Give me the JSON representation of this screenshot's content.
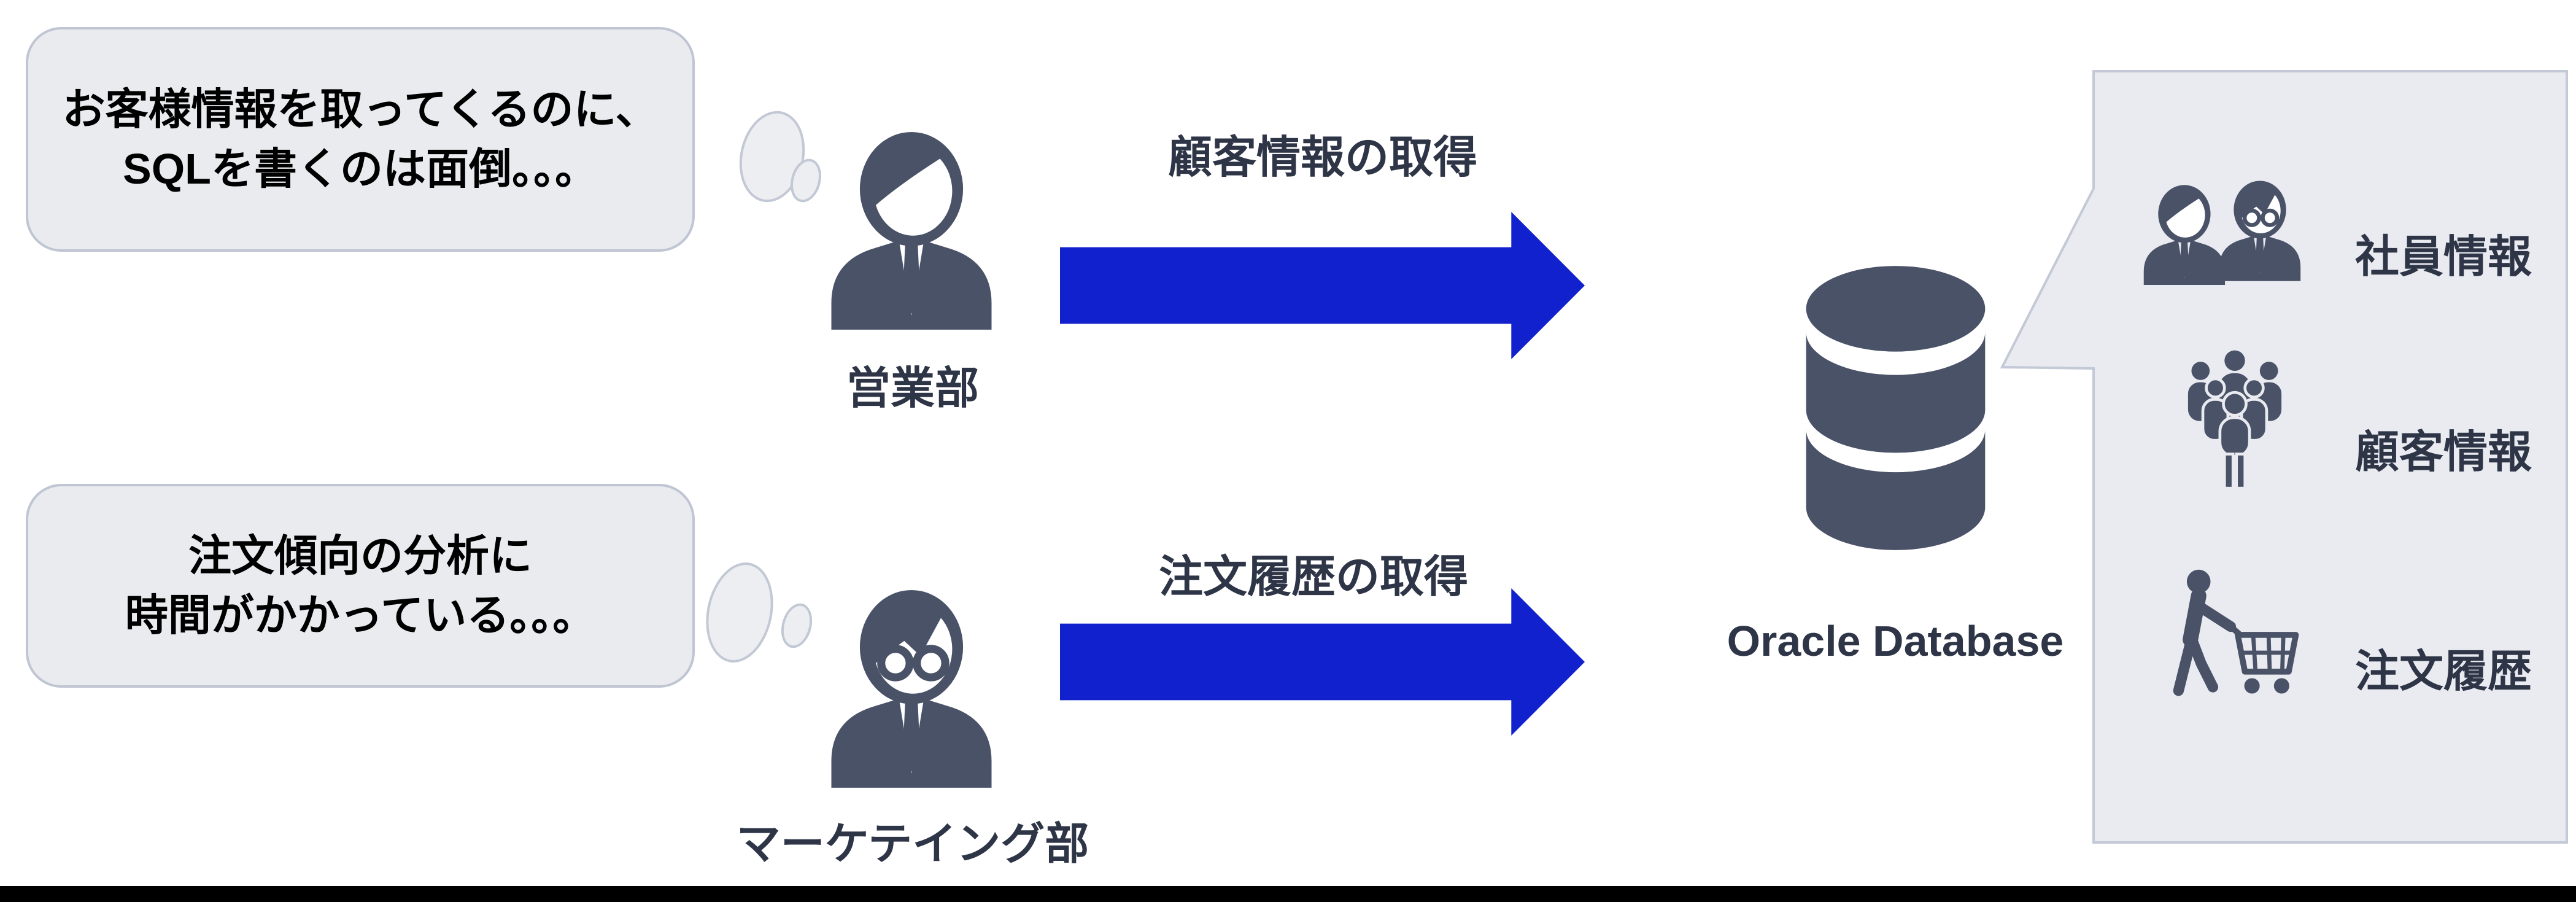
{
  "colors": {
    "arrow_blue": "#1121CE",
    "icon_slate": "#4A5268",
    "label_dark": "#2E3547",
    "bubble_fill": "#E9EBEF",
    "bubble_border": "#BFC5D2",
    "thought_fill": "#ECEEF2",
    "thought_border": "#C2C8D4",
    "callout_fill": "#E9EBF0",
    "callout_border": "#C3C9D6",
    "bubble_text": "#000000",
    "footer_bar": "#000000"
  },
  "bubbles": {
    "sales": {
      "lines": [
        "お客様情報を取ってくるのに、",
        "SQLを書くのは面倒。。。"
      ]
    },
    "marketing": {
      "lines": [
        "注文傾向の分析に",
        "時間がかかっている。。。"
      ]
    }
  },
  "actors": {
    "sales": {
      "label": "営業部",
      "icon": "businessman-icon"
    },
    "marketing": {
      "label": "マーケテイング部",
      "icon": "businessman-glasses-icon"
    }
  },
  "arrows": {
    "customer_info": {
      "label": "顧客情報の取得"
    },
    "order_history": {
      "label": "注文履歴の取得"
    }
  },
  "database": {
    "label": "Oracle Database",
    "icon": "database-cylinder-icon"
  },
  "callout": {
    "items": [
      {
        "label": "社員情報",
        "icon": "employees-icon"
      },
      {
        "label": "顧客情報",
        "icon": "customer-crowd-icon"
      },
      {
        "label": "注文履歴",
        "icon": "shopping-cart-icon"
      }
    ]
  }
}
